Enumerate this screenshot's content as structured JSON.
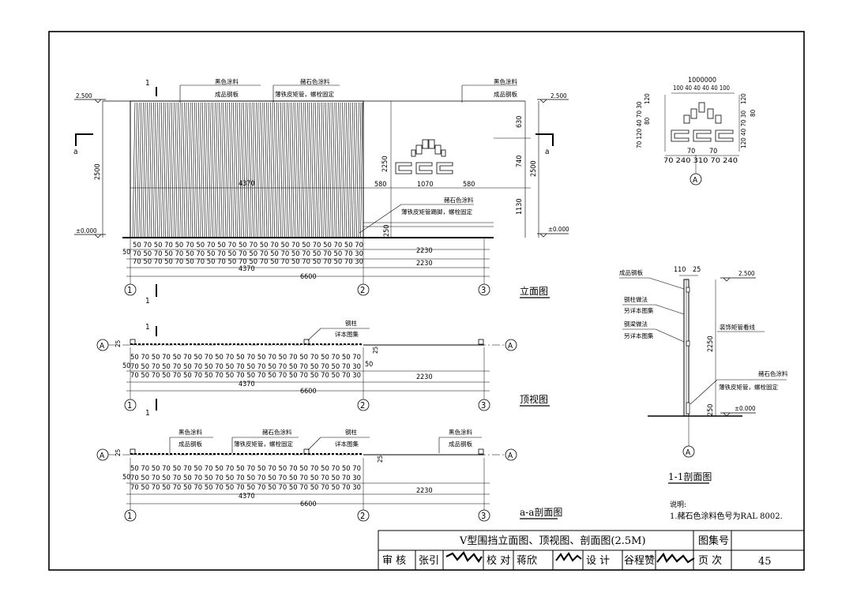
{
  "sheet": {
    "elevation_title": "立面图",
    "top_view_title": "顶视图",
    "section_aa_title": "a-a剖面图",
    "section_11_title": "1-1剖面图",
    "section_mark_a": "a",
    "section_mark_1": "1",
    "axis_1": "1",
    "axis_2": "2",
    "axis_3": "3",
    "axis_A": "A"
  },
  "elevation": {
    "level_top": "2.500",
    "level_zero": "±0.000",
    "label_black_paint": "黑色涂料",
    "label_steel_panel": "成品钢板",
    "label_ocher_paint": "赭石色涂料",
    "label_tube_bolt": "薄铁皮矩管，螺栓固定",
    "label_ocher_paint_2": "赭石色涂料",
    "label_tube_foot": "薄铁皮矩管踢脚，螺栓固定",
    "dim_2500": "2500",
    "dim_4370": "4370",
    "dim_2250": "2250",
    "dim_580a": "580",
    "dim_1070": "1070",
    "dim_580b": "580",
    "dim_630": "630",
    "dim_740": "740",
    "dim_1130": "1130",
    "dim_250": "250",
    "dim_2230": "2230",
    "dim_6600": "6600",
    "dim_50": "50",
    "dim_70": "70",
    "dim_row_a": "50 70 50 70 50 70 50 70 50 70 50 70 50 70 50 70 50 70 50 70 50 70",
    "dim_row_b": "70 50 70 50 70 50 70 50 70 50 70 50 70 50 70 50 70 50 70 50 70 30"
  },
  "ornament": {
    "top_dims": "1000000",
    "side_dims": "100 40 40 40 40 100",
    "bottom_dims": "70 240 310 70 240",
    "dim_70": "70",
    "v_left": "70 120 40 70 30",
    "v_right": "120 40 70 30",
    "dim_120": "120",
    "dim_80": "80"
  },
  "top_view": {
    "label_steel_column": "钢柱",
    "label_see_atlas": "详本图集",
    "dim_25": "25",
    "dim_4370": "4370",
    "dim_2230": "2230",
    "dim_6600": "6600"
  },
  "section_aa": {
    "label_black_paint": "黑色涂料",
    "label_steel_panel": "成品钢板",
    "label_ocher_paint": "赭石色涂料",
    "label_tube_bolt": "薄铁皮矩管，螺栓固定",
    "label_steel_column": "钢柱",
    "label_see_atlas": "详本图集",
    "label_black_paint_r": "黑色涂料",
    "label_steel_panel_r": "成品钢板",
    "dim_25": "25",
    "dim_4370": "4370",
    "dim_2230": "2230",
    "dim_6600": "6600"
  },
  "section_11": {
    "label_steel_panel": "成品钢板",
    "label_column_method": "钢柱做法",
    "label_see_atlas_1": "另详本图集",
    "label_beam_method": "钢梁做法",
    "label_see_atlas_2": "另详本图集",
    "label_deco_tube": "装饰矩管看线",
    "label_ocher_paint": "赭石色涂料",
    "label_tube_bolt": "薄铁皮矩管，螺栓固定",
    "level_top": "2.500",
    "level_zero": "±0.000",
    "dim_110": "110",
    "dim_25": "25",
    "dim_2250": "2250",
    "dim_250": "250"
  },
  "notes": {
    "heading": "说明:",
    "line1": "1.赭石色涂料色号为RAL 8002."
  },
  "title_block": {
    "title": "V型围挡立面图、顶视图、剖面图(2.5M)",
    "atlas_no_label": "图集号",
    "atlas_no_value": "",
    "review_label": "审 核",
    "review_name": "张引",
    "check_label": "校 对",
    "check_name": "蒋欣",
    "design_label": "设 计",
    "design_name": "谷程赞",
    "page_label": "页 次",
    "page_value": "45"
  }
}
